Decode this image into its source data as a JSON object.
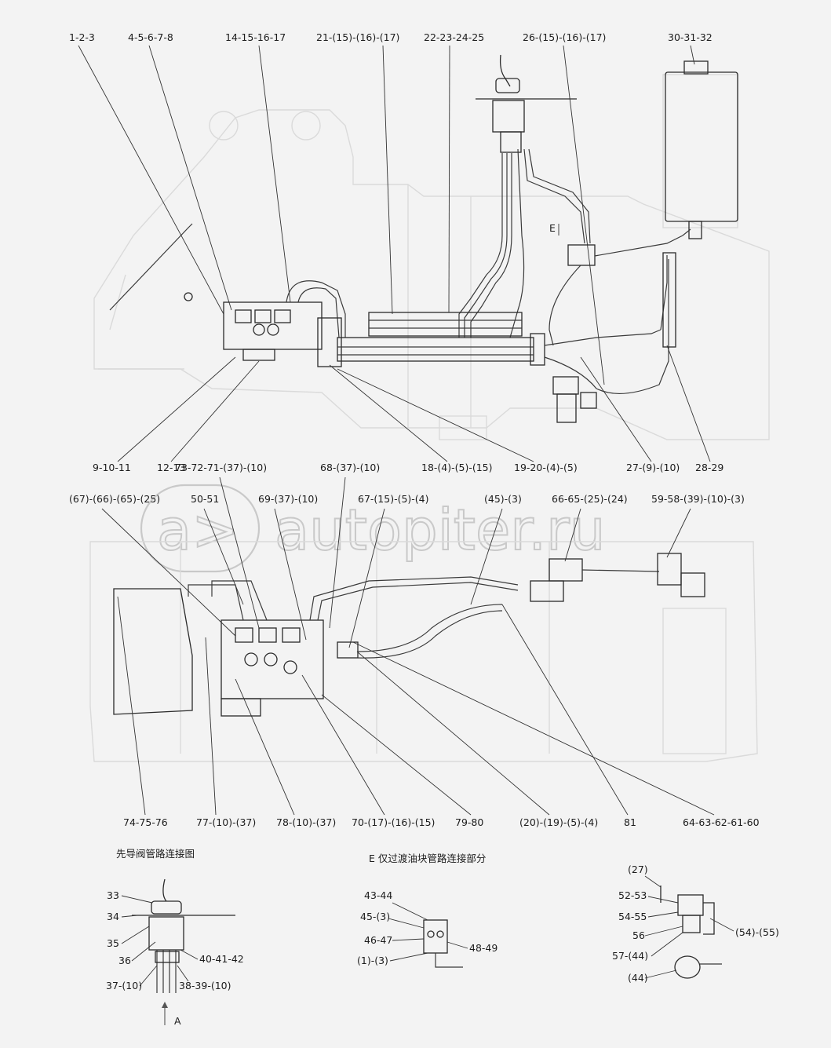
{
  "labels_top": [
    "1-2-3",
    "4-5-6-7-8",
    "14-15-16-17",
    "21-(15)-(16)-(17)",
    "22-23-24-25",
    "26-(15)-(16)-(17)",
    "30-31-32"
  ],
  "labels_mid": [
    "9-10-11",
    "12-13",
    "18-(4)-(5)-(15)",
    "19-20-(4)-(5)",
    "27-(9)-(10)",
    "28-29"
  ],
  "labels_section2_top": [
    "73-72-71-(37)-(10)",
    "68-(37)-(10)",
    "(67)-(66)-(65)-(25)",
    "50-51",
    "69-(37)-(10)",
    "67-(15)-(5)-(4)",
    "(45)-(3)",
    "66-65-(25)-(24)",
    "59-58-(39)-(10)-(3)"
  ],
  "labels_section2_bottom": [
    "74-75-76",
    "77-(10)-(37)",
    "78-(10)-(37)",
    "70-(17)-(16)-(15)",
    "79-80",
    "(20)-(19)-(5)-(4)",
    "81",
    "64-63-62-61-60"
  ],
  "marker_e": "E",
  "watermark": "autopiter.ru",
  "detail_pilot": {
    "title": "先导阀管路连接图",
    "labels": [
      "33",
      "34",
      "35",
      "36",
      "37-(10)",
      "38-39-(10)",
      "40-41-42"
    ],
    "arrow_label": "A"
  },
  "detail_e": {
    "title": "E 仅过渡油块管路连接部分",
    "labels": [
      "43-44",
      "45-(3)",
      "46-47",
      "(1)-(3)",
      "48-49"
    ]
  },
  "detail_filter": {
    "labels": [
      "(27)",
      "52-53",
      "54-55",
      "56",
      "57-(44)",
      "(44)",
      "(54)-(55)"
    ]
  }
}
